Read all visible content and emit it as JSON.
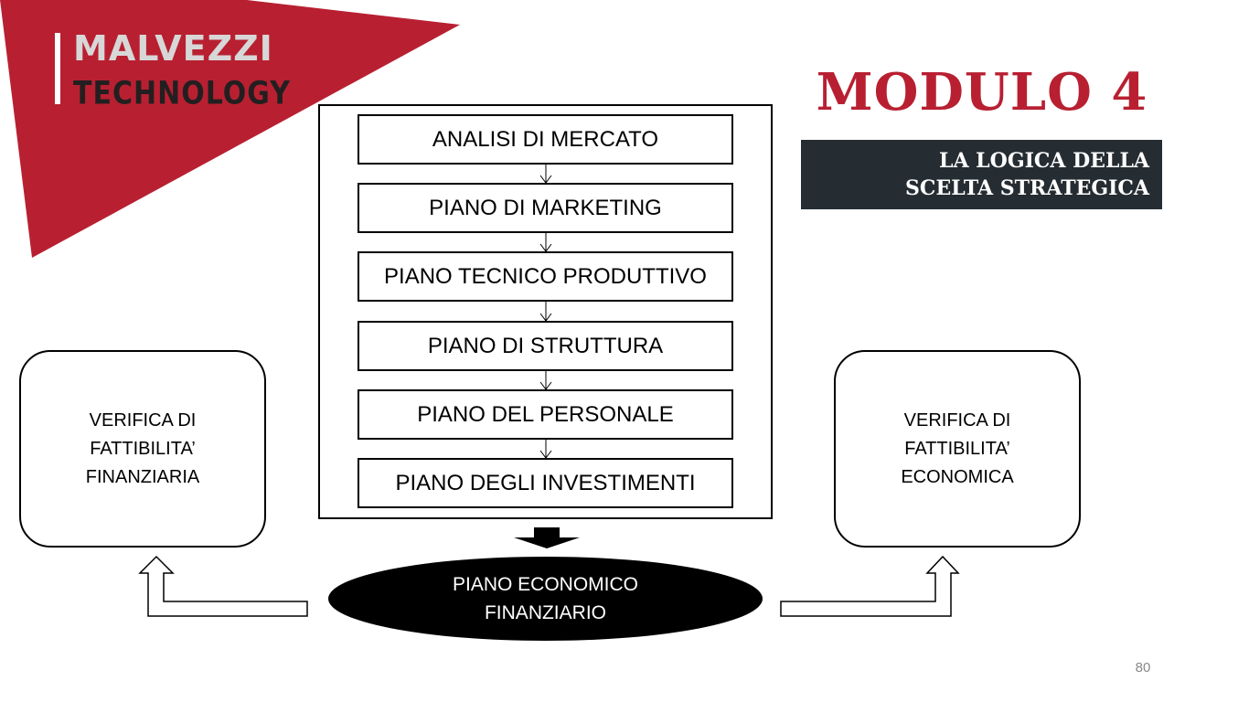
{
  "brand": {
    "name_line1": "MALVEZZI",
    "name_line2": "TECHNOLOGY",
    "red": "#b82032"
  },
  "header": {
    "title": "MODULO 4",
    "subtitle_line1": "LA LOGICA DELLA",
    "subtitle_line2": "SCELTA STRATEGICA"
  },
  "flow": {
    "steps": [
      "ANALISI DI MERCATO",
      "PIANO DI MARKETING",
      "PIANO TECNICO PRODUTTIVO",
      "PIANO DI STRUTTURA",
      "PIANO DEL PERSONALE",
      "PIANO DEGLI INVESTIMENTI"
    ],
    "result_line1": "PIANO ECONOMICO",
    "result_line2": "FINANZIARIO"
  },
  "left_box": {
    "line1": "VERIFICA DI",
    "line2": "FATTIBILITA’",
    "line3": "FINANZIARIA"
  },
  "right_box": {
    "line1": "VERIFICA DI",
    "line2": "FATTIBILITA’",
    "line3": "ECONOMICA"
  },
  "footer": {
    "page_number": "80"
  }
}
